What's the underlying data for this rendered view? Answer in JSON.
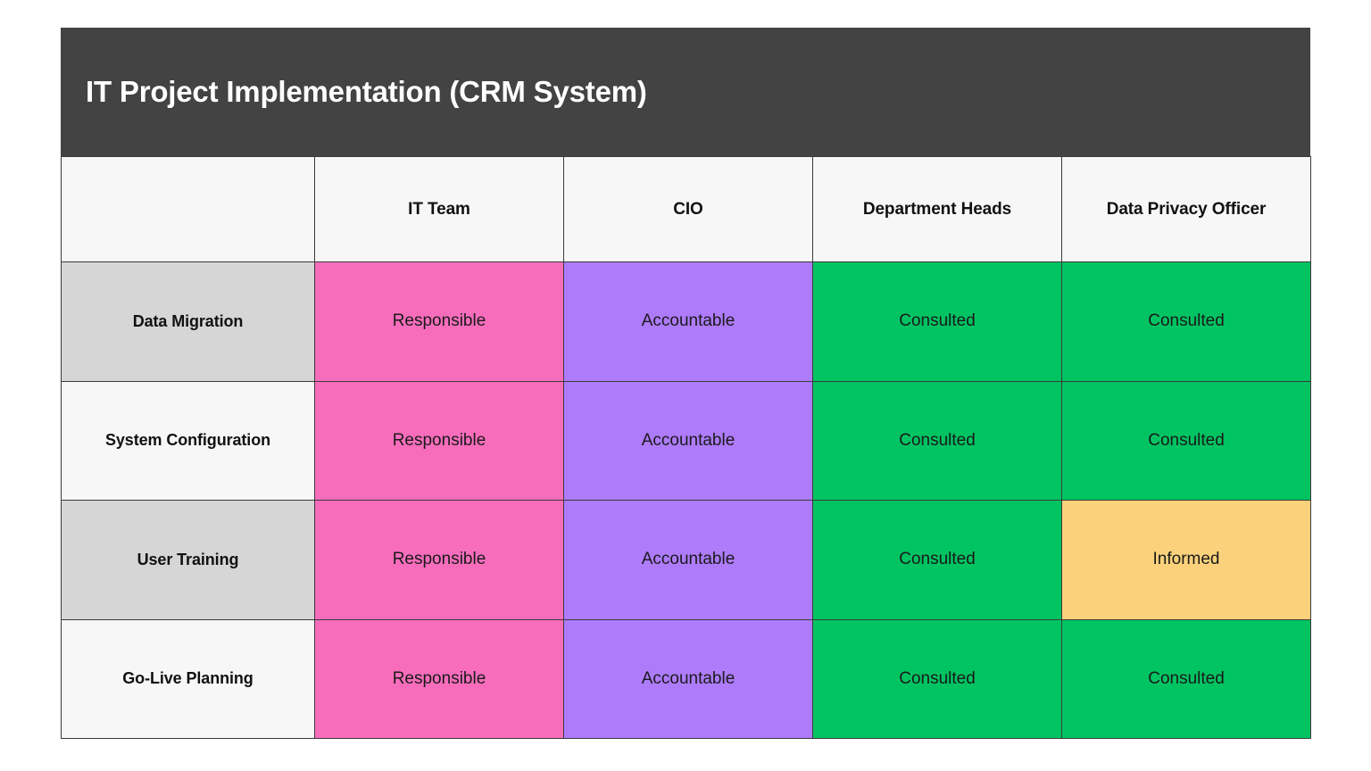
{
  "header": {
    "title": "IT Project Implementation (CRM System)",
    "background_color": "#434343",
    "text_color": "#FFFFFF"
  },
  "legend_colors": {
    "Responsible": "#F76DBC",
    "Accountable": "#AE7BFB",
    "Consulted": "#00C462",
    "Informed": "#FBD27B"
  },
  "table": {
    "corner_label": "",
    "columns": [
      {
        "label": "",
        "key": "task"
      },
      {
        "label": "IT Team",
        "key": "it_team"
      },
      {
        "label": "CIO",
        "key": "cio"
      },
      {
        "label": "Department Heads",
        "key": "department_heads"
      },
      {
        "label": "Data Privacy Officer",
        "key": "data_privacy_officer"
      }
    ],
    "rows": [
      {
        "task": "Data Migration",
        "row_shade": "gray",
        "cells": [
          {
            "value": "Responsible",
            "raci": "responsible"
          },
          {
            "value": "Accountable",
            "raci": "accountable"
          },
          {
            "value": "Consulted",
            "raci": "consulted"
          },
          {
            "value": "Consulted",
            "raci": "consulted"
          }
        ]
      },
      {
        "task": "System Configuration",
        "row_shade": "white",
        "cells": [
          {
            "value": "Responsible",
            "raci": "responsible"
          },
          {
            "value": "Accountable",
            "raci": "accountable"
          },
          {
            "value": "Consulted",
            "raci": "consulted"
          },
          {
            "value": "Consulted",
            "raci": "consulted"
          }
        ]
      },
      {
        "task": "User Training",
        "row_shade": "gray",
        "cells": [
          {
            "value": "Responsible",
            "raci": "responsible"
          },
          {
            "value": "Accountable",
            "raci": "accountable"
          },
          {
            "value": "Consulted",
            "raci": "consulted"
          },
          {
            "value": "Informed",
            "raci": "informed"
          }
        ]
      },
      {
        "task": "Go-Live Planning",
        "row_shade": "white",
        "cells": [
          {
            "value": "Responsible",
            "raci": "responsible"
          },
          {
            "value": "Accountable",
            "raci": "accountable"
          },
          {
            "value": "Consulted",
            "raci": "consulted"
          },
          {
            "value": "Consulted",
            "raci": "consulted"
          }
        ]
      }
    ]
  }
}
